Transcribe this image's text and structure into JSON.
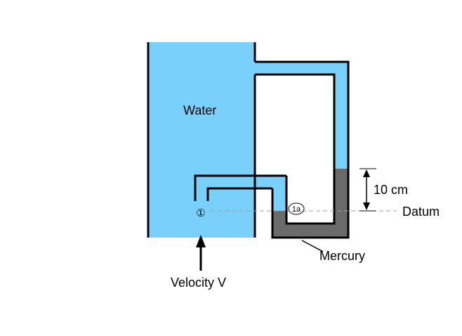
{
  "labels": {
    "fluid": "Water",
    "manometer_fluid": "Mercury",
    "height": "10 cm",
    "datum": "Datum",
    "velocity": "Velocity V",
    "point_1": "①",
    "point_1a": "1a"
  },
  "colors": {
    "water": "#79d1fb",
    "mercury": "#6b6b6b",
    "wall": "#000000",
    "datum_line": "#a0a0a0"
  }
}
